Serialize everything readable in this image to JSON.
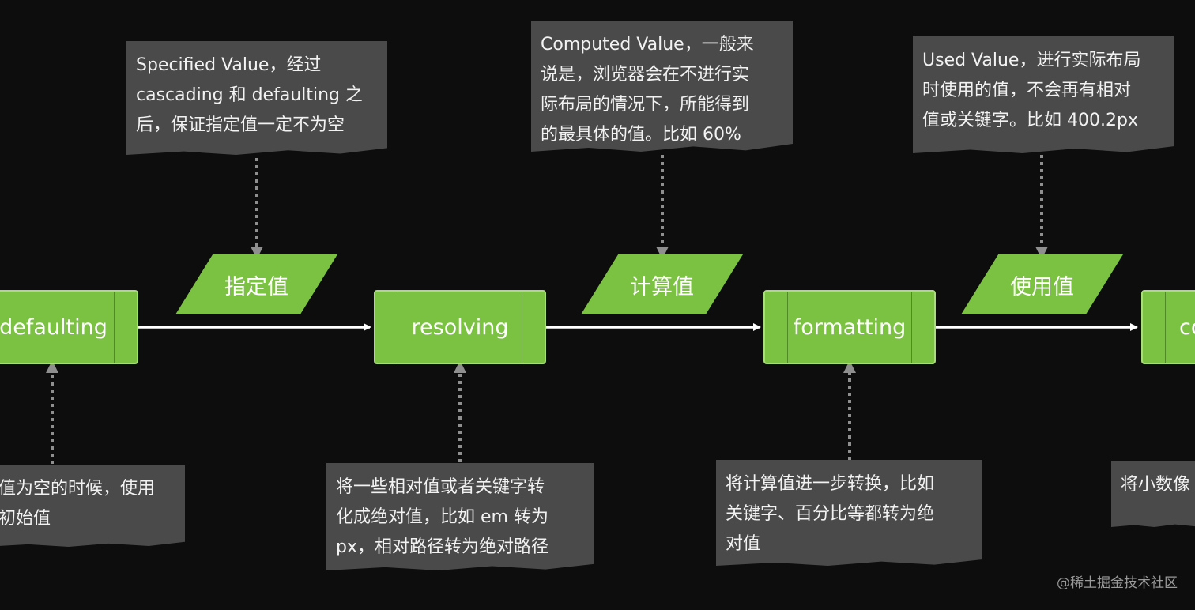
{
  "processes": [
    {
      "label": "defaulting"
    },
    {
      "label": "resolving"
    },
    {
      "label": "formatting"
    },
    {
      "label": "co"
    }
  ],
  "values": [
    {
      "label": "指定值"
    },
    {
      "label": "计算值"
    },
    {
      "label": "使用值"
    }
  ],
  "notes_top": [
    {
      "text": "Specified Value，经过\ncascading 和 defaulting 之\n后，保证指定值一定不为空"
    },
    {
      "text": "Computed Value，一般来\n说是，浏览器会在不进行实\n际布局的情况下，所能得到\n的最具体的值。比如 60%"
    },
    {
      "text": "Used Value，进行实际布局\n时使用的值，不会再有相对\n值或关键字。比如 400.2px"
    }
  ],
  "notes_bottom": [
    {
      "text": "值为空的时候，使用\n初始值"
    },
    {
      "text": "将一些相对值或者关键字转\n化成绝对值，比如 em 转为\npx，相对路径转为绝对路径"
    },
    {
      "text": "将计算值进一步转换，比如\n关键字、百分比等都转为绝\n对值"
    },
    {
      "text": "将小数像"
    }
  ],
  "watermark": "@稀土掘金技术社区",
  "colors": {
    "background": "#0d0d0d",
    "process_fill": "#7cc242",
    "note_fill": "#4a4a4a",
    "arrow": "#ffffff",
    "dotted_arrow": "#8f8f8f"
  }
}
